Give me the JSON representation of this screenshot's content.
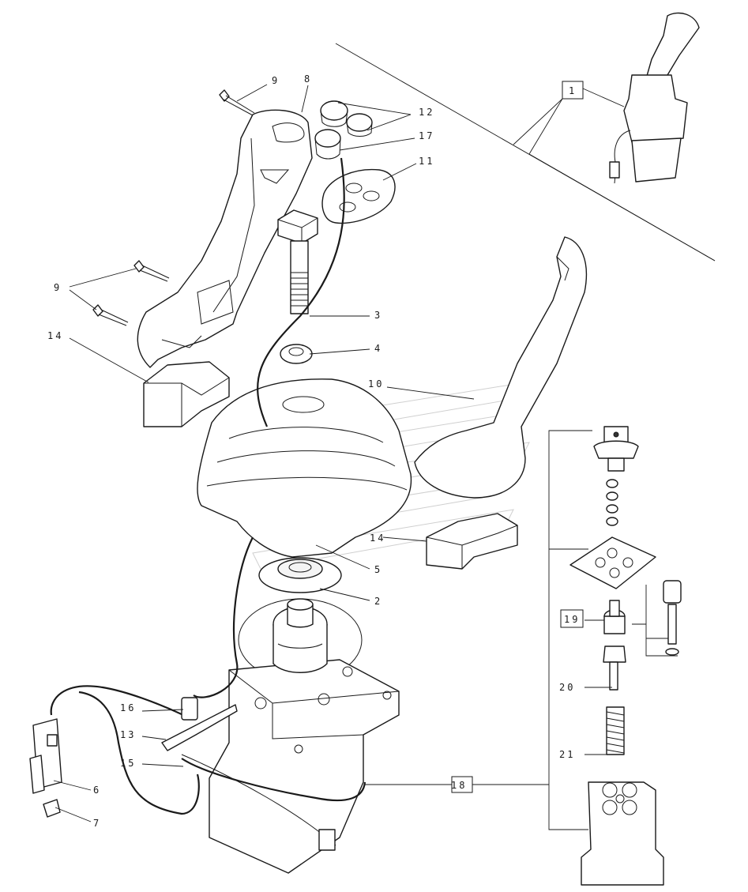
{
  "figure": {
    "callouts": {
      "c1": "1",
      "c2": "2",
      "c3": "3",
      "c4": "4",
      "c5": "5",
      "c6": "6",
      "c7": "7",
      "c8": "8",
      "c9a": "9",
      "c9b": "9",
      "c10": "10",
      "c11": "11",
      "c12": "12",
      "c13": "13",
      "c14a": "14",
      "c14b": "14",
      "c15": "15",
      "c16": "16",
      "c17": "17",
      "c18": "18",
      "c19": "19",
      "c20": "20",
      "c21": "21"
    }
  }
}
